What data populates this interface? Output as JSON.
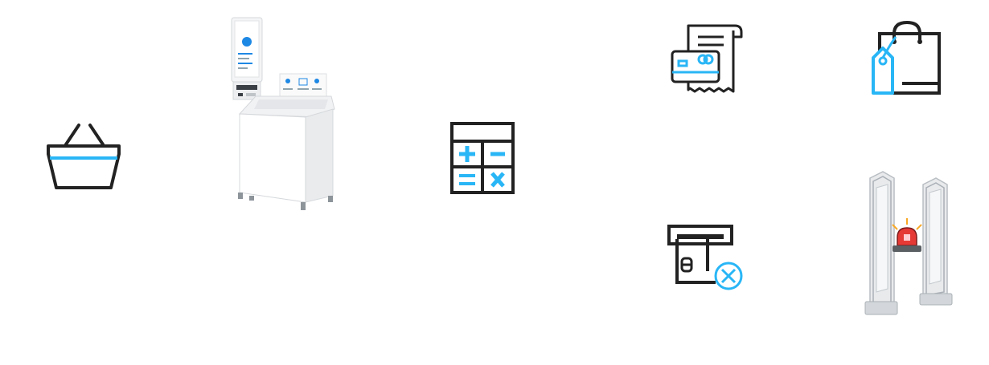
{
  "colors": {
    "stroke": "#222222",
    "accent": "#29b6f6",
    "alarm": "#e53935",
    "kiosk_body": "#ffffff",
    "kiosk_shade": "#e6e8ea",
    "screen_accent": "#1e88e5"
  },
  "icons": [
    "shopping-basket-icon",
    "self-checkout-kiosk",
    "calculator-icon",
    "receipt-card-icon",
    "shopping-bag-tag-icon",
    "card-declined-icon",
    "security-gate-alarm"
  ],
  "kiosk": {
    "screen_title": "무인계산대"
  }
}
